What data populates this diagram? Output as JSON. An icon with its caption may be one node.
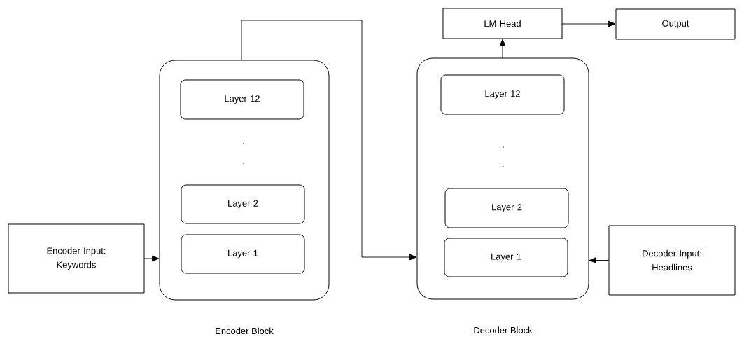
{
  "diagram": {
    "nodes": [
      {
        "text": [
          "Encoder Input: Keywords"
        ]
      },
      {
        "text": [],
        "shape": "box",
        "beside": [
          "Encoder Block"
        ]
      },
      {
        "text": [
          "Layer 12"
        ],
        "in": 1
      },
      {
        "text": [
          "Layer 2"
        ],
        "in": 1
      },
      {
        "text": [
          "Layer 1"
        ],
        "in": 1
      },
      {
        "text": [],
        "shape": "box",
        "beside": [
          "Decoder Block"
        ]
      },
      {
        "text": [
          "Layer 12"
        ],
        "in": 5
      },
      {
        "text": [
          "Layer 2"
        ],
        "in": 5
      },
      {
        "text": [
          "Layer 1"
        ],
        "in": 5
      },
      {
        "text": [
          "LM Head"
        ]
      },
      {
        "text": [
          "Output"
        ]
      },
      {
        "text": [
          "Decoder Input: Headlines"
        ]
      }
    ],
    "edges": [
      {
        "from": 0,
        "to": 1,
        "arrow": "to"
      },
      {
        "from": 1,
        "to": 5,
        "arrow": "to"
      },
      {
        "from": 5,
        "to": 9,
        "arrow": "to"
      },
      {
        "from": 9,
        "to": 10,
        "arrow": "to"
      },
      {
        "from": 11,
        "to": 5,
        "arrow": "to"
      }
    ],
    "labels": [
      ".",
      ".",
      ".",
      "."
    ]
  }
}
